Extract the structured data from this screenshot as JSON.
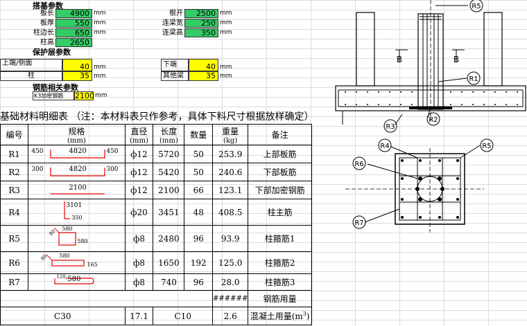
{
  "section_foundation": {
    "title": "搭基参数",
    "params": [
      {
        "label": "板长",
        "value": "4900",
        "unit": "mm"
      },
      {
        "label": "板厚",
        "value": "550",
        "unit": "mm"
      },
      {
        "label": "柱边长",
        "value": "650",
        "unit": "mm"
      },
      {
        "label": "柱高",
        "value": "2650",
        "unit": "mm"
      }
    ],
    "params_right": [
      {
        "label": "根开",
        "value": "2500",
        "unit": "mm"
      },
      {
        "label": "连梁宽",
        "value": "250",
        "unit": "mm"
      },
      {
        "label": "连梁高",
        "value": "350",
        "unit": "mm"
      }
    ]
  },
  "section_cover": {
    "title": "保护层参数",
    "left": [
      {
        "label": "上端/侧面",
        "value": "40",
        "unit": "mm"
      },
      {
        "label": "柱",
        "value": "35",
        "unit": "mm"
      }
    ],
    "right": [
      {
        "label": "下端",
        "value": "40",
        "unit": "mm"
      },
      {
        "label": "其他梁",
        "value": "35",
        "unit": "mm"
      }
    ]
  },
  "section_rebar": {
    "title": "钢筋相关参数",
    "param": {
      "label": "K3加密钢筋",
      "value": "2100",
      "unit": "mm"
    }
  },
  "table_title": "基础材料明细表 （注：本材料表只作参考，具体下料尺寸根据放样确定）",
  "table_headers": {
    "no": "编号",
    "spec": "规格",
    "spec_unit": "(mm)",
    "dia": "直径",
    "dia_unit": "(mm)",
    "length": "长度",
    "length_unit": "(mm)",
    "qty": "数量",
    "weight": "重量",
    "weight_unit": "(kg)",
    "remark": "备注"
  },
  "rows": [
    {
      "no": "R1",
      "sketch": {
        "left": "450",
        "mid": "4820",
        "right": "450"
      },
      "dia": "ф12",
      "length": "5720",
      "qty": "50",
      "weight": "253.9",
      "remark": "上部板筋"
    },
    {
      "no": "R2",
      "sketch": {
        "left": "300",
        "mid": "4820",
        "right": "300"
      },
      "dia": "ф12",
      "length": "5420",
      "qty": "50",
      "weight": "240.6",
      "remark": "下部板筋"
    },
    {
      "no": "R3",
      "sketch": {
        "mid": "2100"
      },
      "dia": "ф12",
      "length": "2100",
      "qty": "66",
      "weight": "123.1",
      "remark": "下部加密钢筋"
    },
    {
      "no": "R4",
      "sketch": {
        "top": "3101",
        "bottom": "350"
      },
      "dia": "ф20",
      "length": "3451",
      "qty": "48",
      "weight": "408.5",
      "remark": "柱主筋"
    },
    {
      "no": "R5",
      "sketch": {
        "top": "580",
        "right": "580",
        "hook": "80"
      },
      "dia": "ф8",
      "length": "2480",
      "qty": "96",
      "weight": "93.9",
      "remark": "柱箍筋1"
    },
    {
      "no": "R6",
      "sketch": {
        "top": "580",
        "right": "165",
        "hook": "80"
      },
      "dia": "ф8",
      "length": "1650",
      "qty": "192",
      "weight": "125.0",
      "remark": "柱箍筋2"
    },
    {
      "no": "R7",
      "sketch": {
        "top": "120",
        "mid": "580"
      },
      "dia": "ф8",
      "length": "740",
      "qty": "96",
      "weight": "28.0",
      "remark": "柱箍筋3"
    }
  ],
  "total_row": {
    "weight": "######",
    "remark": "钢筋用量"
  },
  "concrete_row": {
    "grade1": "C30",
    "vol1": "17.1",
    "grade2": "C10",
    "vol2": "2.6",
    "remark": "混凝土用量(m",
    "remark_sup": "3",
    "remark_end": ")"
  },
  "drawing_labels": {
    "elevation": [
      "R5",
      "R1",
      "R2",
      "R3"
    ],
    "section_marks": [
      "B",
      "B"
    ],
    "plan": [
      "R4",
      "R5",
      "R6",
      "R7"
    ]
  },
  "colors": {
    "green_input": "#33cc66",
    "yellow_input": "#ffff00",
    "rebar_red": "#e60000"
  }
}
